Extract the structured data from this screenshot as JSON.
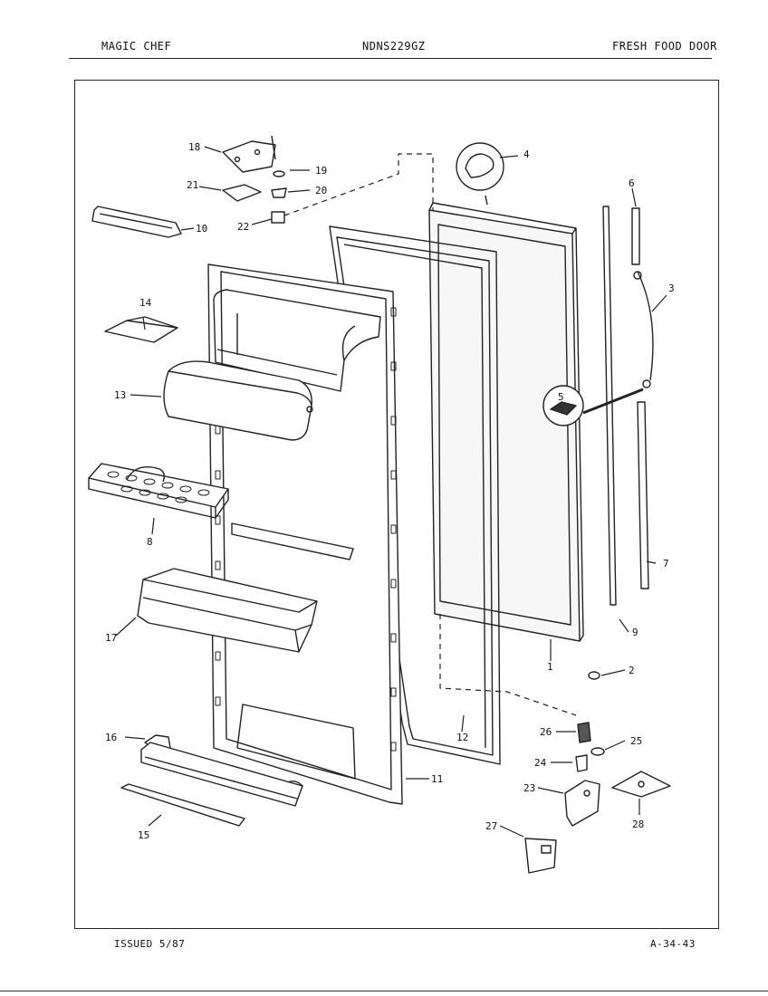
{
  "header": {
    "brand": "MAGIC CHEF",
    "model": "NDNS229GZ",
    "section": "FRESH FOOD DOOR"
  },
  "footer": {
    "issued": "ISSUED 5/87",
    "code": "A-34-43"
  },
  "callouts": {
    "p1": "1",
    "p2": "2",
    "p3": "3",
    "p4": "4",
    "p5": "5",
    "p6": "6",
    "p7": "7",
    "p8": "8",
    "p9": "9",
    "p10": "10",
    "p11": "11",
    "p12": "12",
    "p13": "13",
    "p14": "14",
    "p15": "15",
    "p16": "16",
    "p17": "17",
    "p18": "18",
    "p19": "19",
    "p20": "20",
    "p21": "21",
    "p22": "22",
    "p23": "23",
    "p24": "24",
    "p25": "25",
    "p26": "26",
    "p27": "27",
    "p28": "28"
  }
}
